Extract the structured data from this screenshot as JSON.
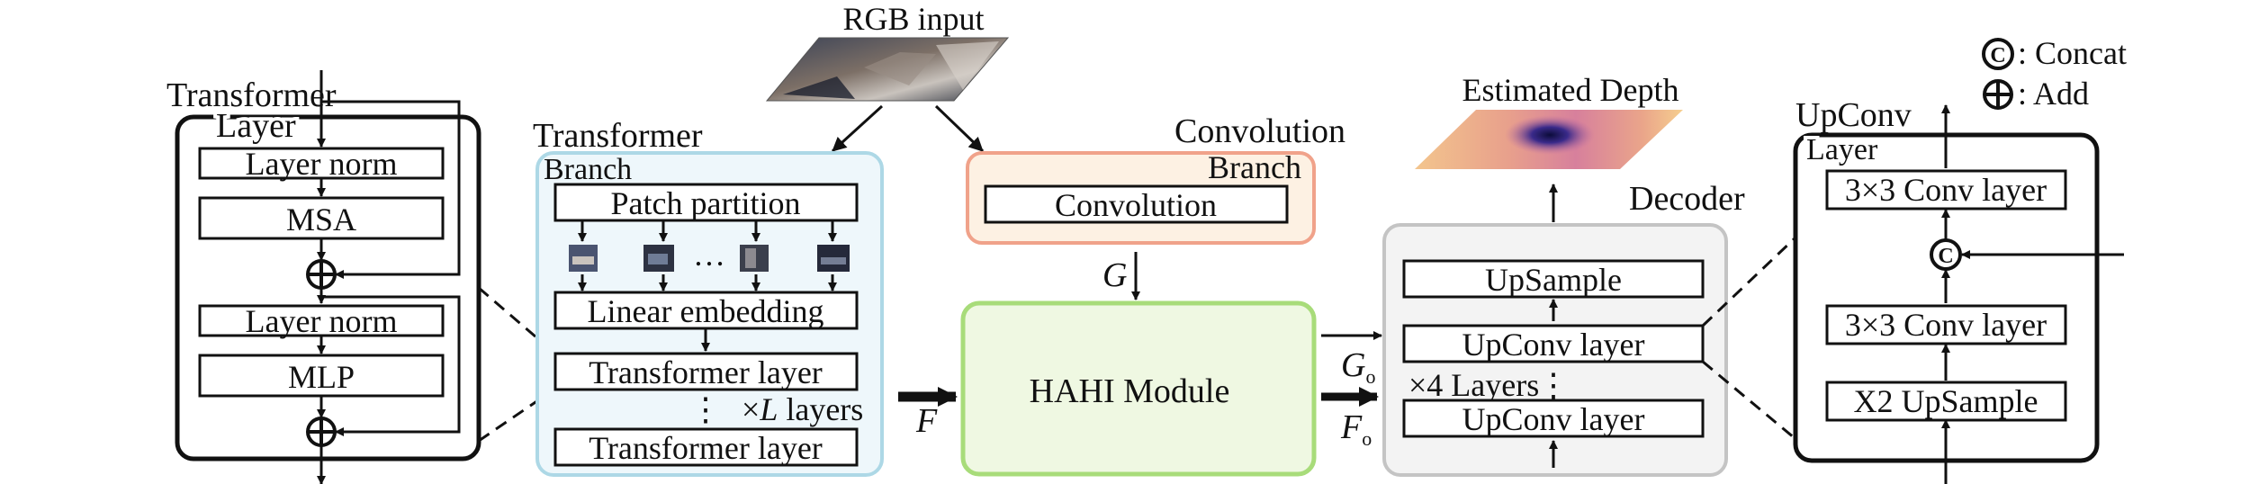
{
  "input": {
    "label": "RGB input"
  },
  "transformer_layer": {
    "title_line1": "Transformer",
    "title_line2": "Layer",
    "blocks": [
      "Layer norm",
      "MSA",
      "Layer norm",
      "MLP"
    ]
  },
  "transformer_branch": {
    "title_line1": "Transformer",
    "title_line2": "Branch",
    "patch_partition": "Patch partition",
    "ellipsis": "…",
    "linear_embedding": "Linear embedding",
    "layer_top": "Transformer layer",
    "vdots": "⋮",
    "repeat_prefix": "×",
    "repeat_var": "L",
    "repeat_suffix": " layers",
    "layer_bottom": "Transformer layer"
  },
  "convolution_branch": {
    "title_line1": "Convolution",
    "title_line2": "Branch",
    "block": "Convolution"
  },
  "hahi": {
    "label": "HAHI Module"
  },
  "signals": {
    "F": "F",
    "G": "G",
    "G_o_main": "G",
    "F_o_main": "F",
    "sub_o": "o"
  },
  "decoder": {
    "title": "Decoder",
    "upsample": "UpSample",
    "upconv_top": "UpConv layer",
    "repeat": "×4 Layers",
    "vdots": "⋮",
    "upconv_bottom": "UpConv layer"
  },
  "output": {
    "label": "Estimated Depth"
  },
  "upconv_layer": {
    "title_line1": "UpConv",
    "title_line2": "Layer",
    "conv_top": "3×3 Conv layer",
    "conv_mid": "3×3 Conv layer",
    "upsample": "X2 UpSample"
  },
  "legend": {
    "concat_symbol": "C",
    "concat_label": ": Concat",
    "add_label": ": Add"
  },
  "colors": {
    "transformer_branch_border": "#add8e6",
    "transformer_branch_fill": "#eef7fb",
    "convolution_branch_border": "#f0a28a",
    "convolution_branch_fill": "#fdf1e3",
    "hahi_border": "#a8dc7a",
    "hahi_fill": "#eff8e2",
    "decoder_border": "#c4c4c4",
    "decoder_fill": "#f3f3f3",
    "line": "#111111"
  }
}
